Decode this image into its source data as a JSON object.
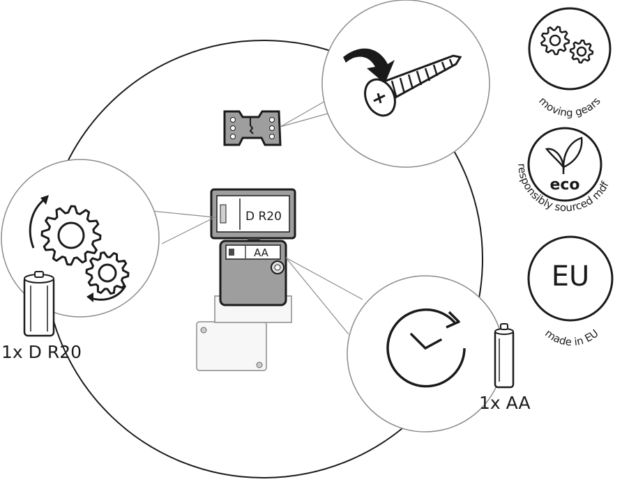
{
  "battery_labels": {
    "d_cell_caption": "1x D R20",
    "aa_cell_caption": "1x AA",
    "d_compartment_label": "D R20",
    "aa_compartment_label": "AA"
  },
  "badges": [
    {
      "id": "moving-gears",
      "icon": "gears-icon",
      "big_text": "",
      "arc_text": "moving gears"
    },
    {
      "id": "eco",
      "icon": "leaves-icon",
      "big_text": "eco",
      "arc_text": "responsibly sourced mdf"
    },
    {
      "id": "eu",
      "icon": "",
      "big_text": "EU",
      "arc_text": "made in EU"
    }
  ],
  "colors": {
    "line": "#1a1a1a",
    "panel_fill": "#9e9e9e",
    "panel_dark": "#4a4a4a",
    "light_fill": "#f2f2f2"
  }
}
